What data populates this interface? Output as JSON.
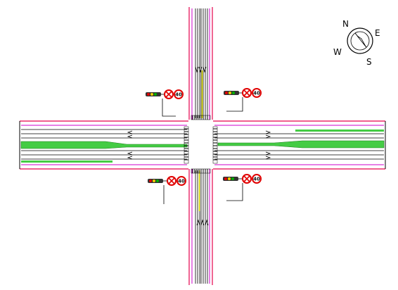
{
  "compass": {
    "icon": "compass-rose-icon",
    "north": "N",
    "east": "E",
    "south": "S",
    "west": "W"
  },
  "signal_groups": [
    {
      "id": "nw",
      "speed_limit": "40",
      "icons": [
        "traffic-light-icon",
        "no-stopping-sign-icon",
        "speed-limit-sign-icon"
      ]
    },
    {
      "id": "ne",
      "speed_limit": "40",
      "icons": [
        "traffic-light-icon",
        "no-stopping-sign-icon",
        "speed-limit-sign-icon"
      ]
    },
    {
      "id": "sw",
      "speed_limit": "40",
      "icons": [
        "traffic-light-icon",
        "no-stopping-sign-icon",
        "speed-limit-sign-icon"
      ]
    },
    {
      "id": "se",
      "speed_limit": "40",
      "icons": [
        "traffic-light-icon",
        "no-stopping-sign-icon",
        "speed-limit-sign-icon"
      ]
    }
  ],
  "colors": {
    "road_edge": "#e6004c",
    "curb_line": "#cc00cc",
    "lane_line": "#000000",
    "center_line": "#e6e600",
    "median_fill": "#44cc44",
    "signal_red": "#e00000",
    "signal_yellow": "#f0d000",
    "signal_green": "#00b000"
  }
}
